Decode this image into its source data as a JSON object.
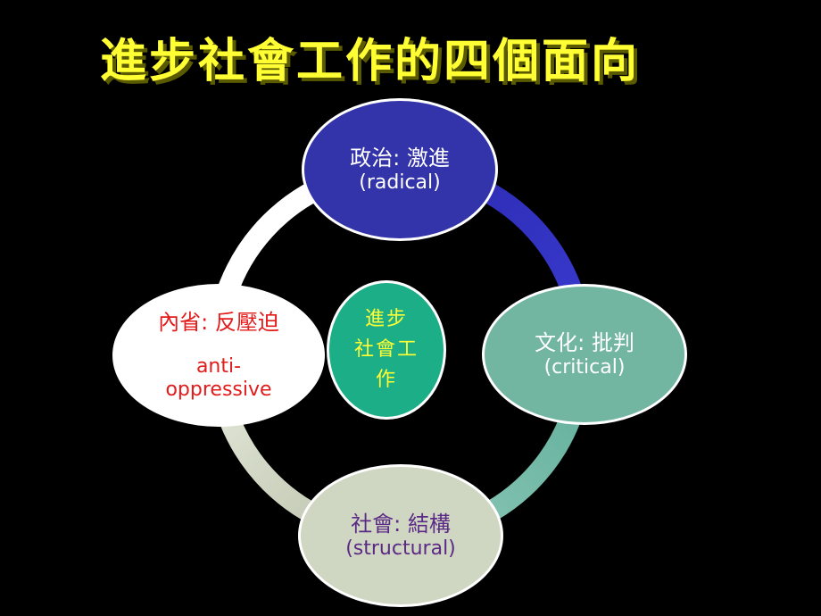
{
  "title": "進步社會工作的四個面向",
  "colors": {
    "background": "#000000",
    "title": "#ffff33",
    "ring_top_right": "#3333cc",
    "ring_right_bottom": "#66b3a3",
    "ring_bottom_left": "#c8cfba",
    "ring_left_top": "#ffffff"
  },
  "nodes": {
    "top": {
      "label": "政治: 激進",
      "sub": "(radical)"
    },
    "right": {
      "label": "文化: 批判",
      "sub": "(critical)"
    },
    "bottom": {
      "label": "社會: 結構",
      "sub": "(structural)"
    },
    "left": {
      "label": "內省: 反壓迫",
      "sub_line1": "anti-",
      "sub_line2": "oppressive"
    },
    "center": {
      "line1": "進步",
      "line2": "社會工",
      "line3": "作"
    }
  }
}
